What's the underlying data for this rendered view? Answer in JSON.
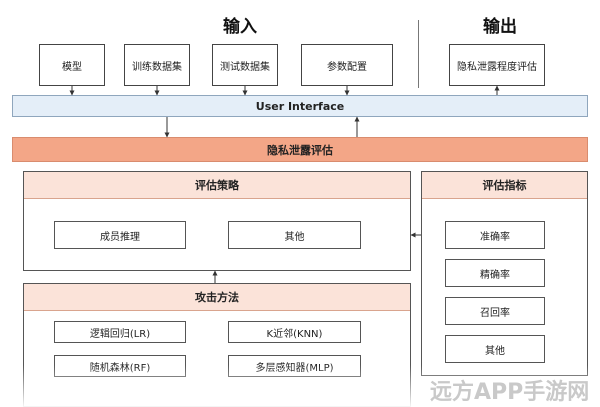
{
  "headings": {
    "input": "输入",
    "output": "输出"
  },
  "inputs": [
    "模型",
    "训练数据集",
    "测试数据集",
    "参数配置"
  ],
  "output_box": "隐私泄露程度评估",
  "ui_bar": "User Interface",
  "privacy_bar": "隐私泄露评估",
  "strategy": {
    "title": "评估策略",
    "items": [
      "成员推理",
      "其他"
    ]
  },
  "attack": {
    "title": "攻击方法",
    "items": [
      "逻辑回归(LR)",
      "K近邻(KNN)",
      "随机森林(RF)",
      "多层感知器(MLP)"
    ]
  },
  "metrics": {
    "title": "评估指标",
    "items": [
      "准确率",
      "精确率",
      "召回率",
      "其他"
    ]
  },
  "watermark": "远方APP手游网"
}
